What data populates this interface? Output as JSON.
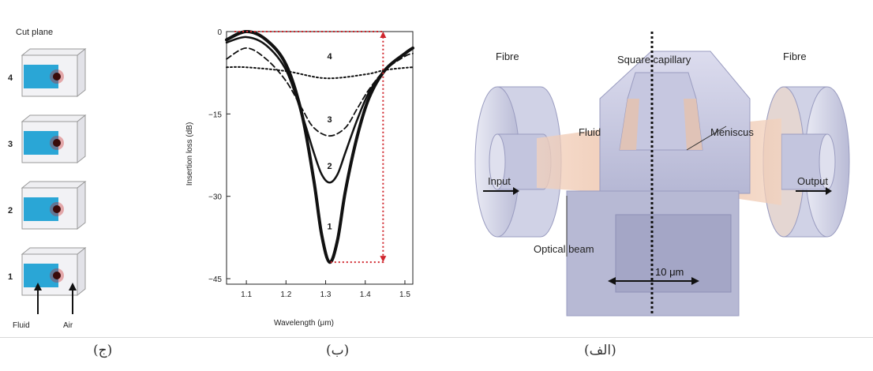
{
  "captions": {
    "a": "(الف)",
    "b": "(ب)",
    "c": "(ج)"
  },
  "panel_c": {
    "title": "Cut plane",
    "rows": [
      "4",
      "3",
      "2",
      "1"
    ],
    "labels": {
      "fluid": "Fluid",
      "air": "Air"
    },
    "colors": {
      "fluid": "#2aa6d6",
      "spot": "#c81e1e"
    }
  },
  "panel_a": {
    "labels": {
      "fibre_left": "Fibre",
      "fibre_right": "Fibre",
      "capillary": "Square capillary",
      "fluid": "Fluid",
      "meniscus": "Meniscus",
      "input": "Input",
      "output": "Output",
      "beam": "Optical beam",
      "scale": "10 μm"
    },
    "colors": {
      "beam": "#e9b99a",
      "body": "#c9cbe3"
    }
  },
  "chart_data": {
    "type": "line",
    "xlabel": "Wavelength (μm)",
    "ylabel": "Insertion loss (dB)",
    "xlim": [
      1.05,
      1.52
    ],
    "ylim": [
      -46,
      0
    ],
    "xticks": [
      1.1,
      1.2,
      1.3,
      1.4,
      1.5
    ],
    "yticks": [
      0,
      -15,
      -30,
      -45
    ],
    "marker_box": {
      "x": [
        1.07,
        1.445
      ],
      "y": [
        0,
        -42
      ],
      "color": "#d0262d"
    },
    "series": [
      {
        "name": "1",
        "style": "solid-thick",
        "x": [
          1.05,
          1.1,
          1.15,
          1.2,
          1.24,
          1.27,
          1.29,
          1.31,
          1.33,
          1.35,
          1.38,
          1.41,
          1.45,
          1.5,
          1.52
        ],
        "y": [
          -1.5,
          0,
          -1.5,
          -6,
          -15,
          -27,
          -37,
          -42,
          -38,
          -29,
          -19,
          -12,
          -7,
          -4,
          -3
        ]
      },
      {
        "name": "2",
        "style": "solid",
        "x": [
          1.05,
          1.1,
          1.15,
          1.2,
          1.24,
          1.27,
          1.29,
          1.31,
          1.33,
          1.35,
          1.38,
          1.41,
          1.45,
          1.5,
          1.52
        ],
        "y": [
          -2,
          -1,
          -2.5,
          -7,
          -15,
          -22,
          -26,
          -27.5,
          -26,
          -22,
          -16,
          -11,
          -7,
          -4,
          -3
        ]
      },
      {
        "name": "3",
        "style": "dashed",
        "x": [
          1.05,
          1.1,
          1.15,
          1.2,
          1.24,
          1.27,
          1.31,
          1.35,
          1.38,
          1.41,
          1.45,
          1.5,
          1.52
        ],
        "y": [
          -5,
          -3,
          -5,
          -9,
          -14,
          -17.5,
          -19,
          -17.5,
          -14,
          -10.5,
          -7,
          -4.5,
          -4
        ]
      },
      {
        "name": "4",
        "style": "dotted",
        "x": [
          1.05,
          1.1,
          1.2,
          1.3,
          1.4,
          1.45,
          1.5,
          1.52
        ],
        "y": [
          -6.5,
          -6.5,
          -7.2,
          -8.5,
          -7.8,
          -7,
          -6.6,
          -6.5
        ]
      }
    ]
  }
}
